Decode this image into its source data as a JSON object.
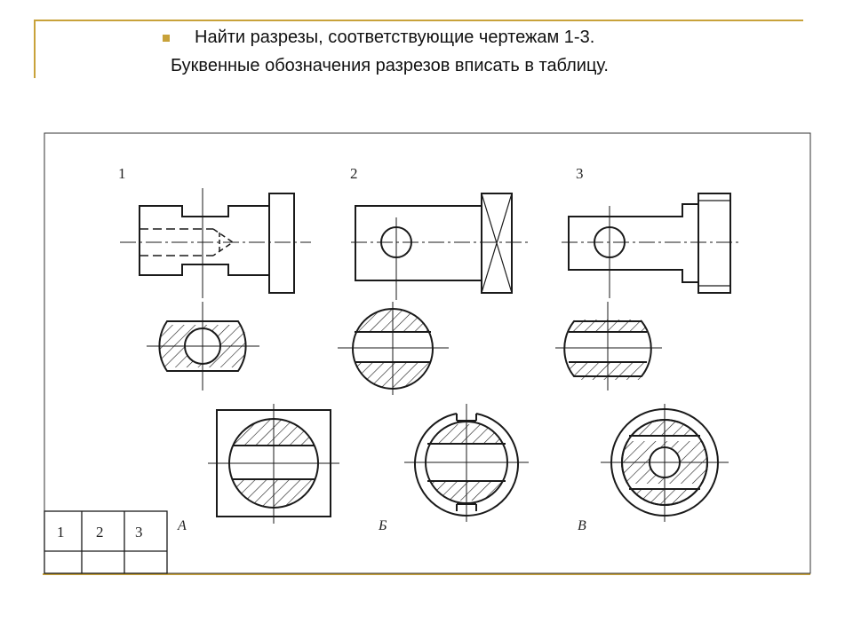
{
  "heading": {
    "line1": "Найти разрезы, соответствующие чертежам 1-3.",
    "line2": "Буквенные обозначения разрезов вписать в таблицу."
  },
  "drawing": {
    "view_labels": [
      "1",
      "2",
      "3"
    ],
    "section_labels": [
      "А",
      "Б",
      "В"
    ],
    "table_headers": [
      "1",
      "2",
      "3"
    ]
  },
  "colors": {
    "accent": "#c8a23a",
    "ink": "#1a1a1a"
  }
}
